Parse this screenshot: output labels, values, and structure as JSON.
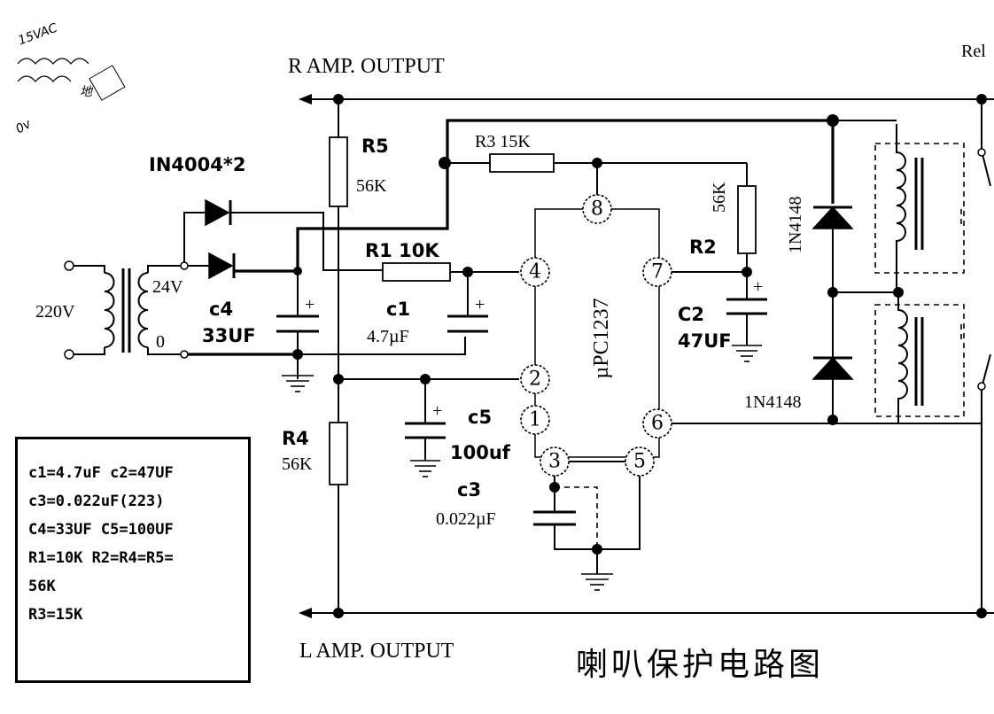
{
  "labels": {
    "r_output": "R   AMP. OUTPUT",
    "l_output": "L   AMP. OUTPUT",
    "relay": "Rel",
    "title_cn": "喇叭保护电路图",
    "transformer_primary": "220V",
    "transformer_secondary_v": "24V",
    "transformer_secondary_0": "0",
    "diodes_in": "IN4004*2",
    "r5_name": "R5",
    "r5_value": "56K",
    "r3_label": "R3  15K",
    "r2_value": "56K",
    "r2_name": "R2",
    "r1_label": "R1 10K",
    "c4_name": "c4",
    "c4_value": "33UF",
    "c1_name": "c1",
    "c1_value": "4.7µF",
    "c2_name": "C2",
    "c2_value": "47UF",
    "c5_name": "c5",
    "c5_value": "100uf",
    "c3_name": "c3",
    "c3_value": "0.022µF",
    "r4_name": "R4",
    "r4_value": "56K",
    "ic_name": "µPC1237",
    "d_upper": "1N4148",
    "d_lower": "1N4148",
    "hand_note_1": "15VAC",
    "hand_note_2": "0v",
    "hand_note_3": "地"
  },
  "ic_pins": [
    "1",
    "2",
    "3",
    "4",
    "5",
    "6",
    "7",
    "8"
  ],
  "notes_box": [
    "c1=4.7uF  c2=47UF",
    "c3=0.022uF(223)",
    "C4=33UF  C5=100UF",
    "R1=10K   R2=R4=R5=",
    "56K",
    "R3=15K"
  ]
}
